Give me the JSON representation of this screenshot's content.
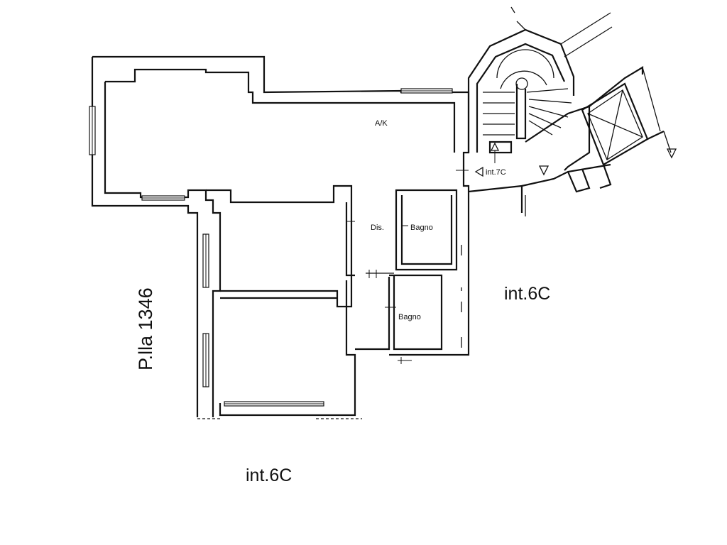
{
  "labels": {
    "living_kitchen": "A/K",
    "disimpegno": "Dis.",
    "bathroom_upper": "Bagno",
    "bathroom_lower": "Bagno",
    "neighbor_upper": "int.7C",
    "neighbor_right": "int.6C",
    "neighbor_bottom": "int.6C",
    "parcel": "P.lla 1346"
  }
}
